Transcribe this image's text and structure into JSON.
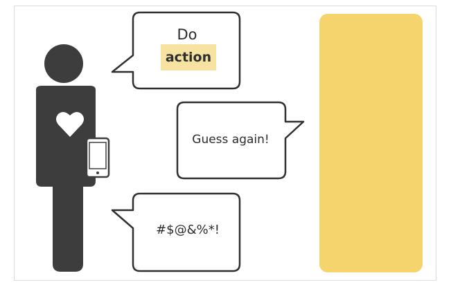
{
  "bubble_top": {
    "line1": "Do",
    "highlight": "action"
  },
  "bubble_middle": {
    "text": "Guess again!"
  },
  "bubble_bottom": {
    "text": "#$@&%*!"
  },
  "colors": {
    "figure": "#3d3d3d",
    "accent_yellow": "#f5d46e",
    "highlight_yellow": "#f6e3a2",
    "bubble_stroke": "#2f2f2f",
    "phone_fill": "#ffffff"
  },
  "icons": [
    "person-icon",
    "heart-icon",
    "phone-icon"
  ]
}
